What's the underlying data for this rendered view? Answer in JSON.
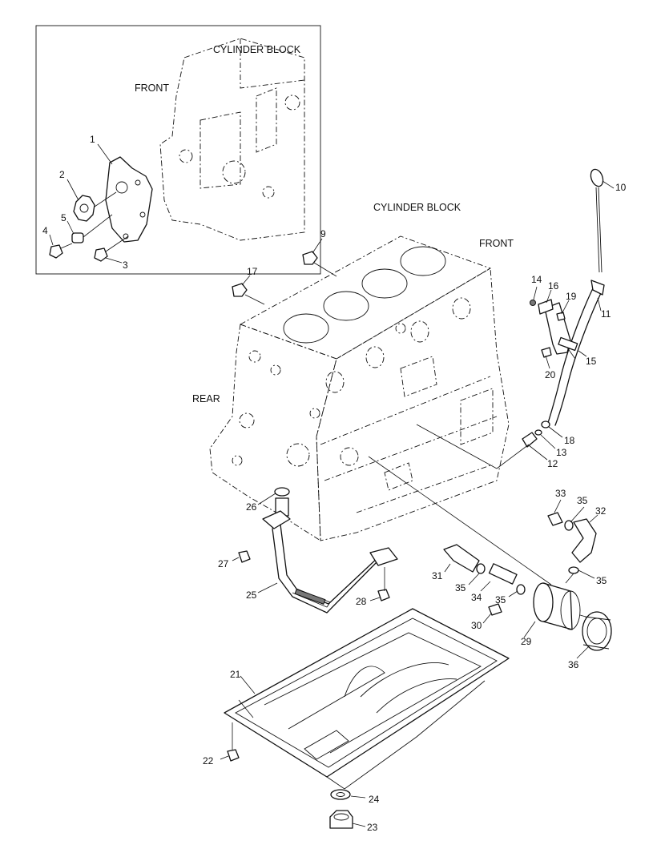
{
  "headings": {
    "inset_block": "CYLINDER BLOCK",
    "inset_front": "FRONT",
    "main_block": "CYLINDER BLOCK",
    "main_front": "FRONT",
    "rear": "REAR"
  },
  "callouts": {
    "c1": "1",
    "c2": "2",
    "c3": "3",
    "c4": "4",
    "c5": "5",
    "c9": "9",
    "c10": "10",
    "c11": "11",
    "c12": "12",
    "c13": "13",
    "c14": "14",
    "c15": "15",
    "c16": "16",
    "c17": "17",
    "c18": "18",
    "c19": "19",
    "c20": "20",
    "c21": "21",
    "c22": "22",
    "c23": "23",
    "c24": "24",
    "c25": "25",
    "c26": "26",
    "c27": "27",
    "c28": "28",
    "c29": "29",
    "c30": "30",
    "c31": "31",
    "c32": "32",
    "c33": "33",
    "c34": "34",
    "c35a": "35",
    "c35b": "35",
    "c35c": "35",
    "c35d": "35",
    "c36": "36"
  }
}
